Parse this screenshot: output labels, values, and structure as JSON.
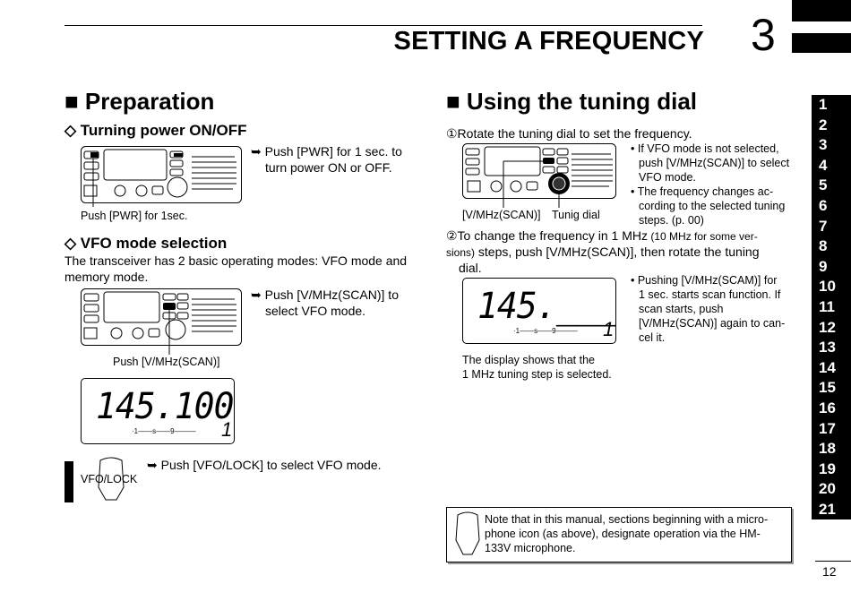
{
  "header": {
    "title": "SETTING A FREQUENCY",
    "chapter_number": "3"
  },
  "left": {
    "heading": "■ Preparation",
    "power": {
      "subheading": "◇ Turning power ON/OFF",
      "instruction_l1": "➥ Push [PWR] for 1 sec. to",
      "instruction_l2": "turn power ON or OFF.",
      "caption": "Push [PWR] for 1sec."
    },
    "vfo": {
      "subheading": "◇ VFO mode selection",
      "desc_l1": "The transceiver has 2 basic operating modes: VFO mode and",
      "desc_l2": "memory mode.",
      "instruction_l1": "➥ Push [V/MHz(SCAN)] to",
      "instruction_l2": "select VFO mode.",
      "caption": "Push [V/MHz(SCAN)]"
    },
    "display": {
      "freq": "145.100",
      "channel": "1",
      "meter": "·1——s——9———"
    },
    "mic": {
      "label": "VFO/LOCK",
      "instruction": "➥ Push [VFO/LOCK] to select VFO mode."
    }
  },
  "right": {
    "heading": "■ Using the tuning dial",
    "step1": "①Rotate the tuning dial to set the frequency.",
    "bullets1": [
      "• If VFO mode is not selected,",
      "push [V/MHz(SCAN)] to select",
      "VFO mode.",
      "• The frequency changes ac-",
      "cording to the selected tuning",
      "steps. (p. 00)"
    ],
    "caption_vmhz": "[V/MHz(SCAN)]",
    "caption_dial": "Tunig dial",
    "step2_l1": "②To change the frequency in 1 MHz",
    "step2_small1": " (10 MHz for some ver-",
    "step2_small2": "sions)",
    "step2_l2": " steps, push [V/MHz(SCAN)], then rotate the tuning",
    "step2_l3": "dial.",
    "display": {
      "freq": "145.___",
      "channel": "1",
      "meter": "·1——s——9———"
    },
    "display_caption_l1": "The display shows that the",
    "display_caption_l2": "1 MHz tuning step is selected.",
    "bullets2": [
      "• Pushing [V/MHz(SCAM)] for",
      "1 sec. starts scan function. If",
      "scan starts, push",
      "[V/MHz(SCAN)] again to can-",
      "cel it."
    ],
    "note_l1": "Note that in this manual, sections beginning with a micro-",
    "note_l2": "phone icon (as above), designate operation via the HM-",
    "note_l3": "133V microphone."
  },
  "sidebar": {
    "chapters": [
      "1",
      "2",
      "3",
      "4",
      "5",
      "6",
      "7",
      "8",
      "9",
      "10",
      "11",
      "12",
      "13",
      "14",
      "15",
      "16",
      "17",
      "18",
      "19",
      "20",
      "21"
    ]
  },
  "footer": {
    "page_number": "12"
  }
}
